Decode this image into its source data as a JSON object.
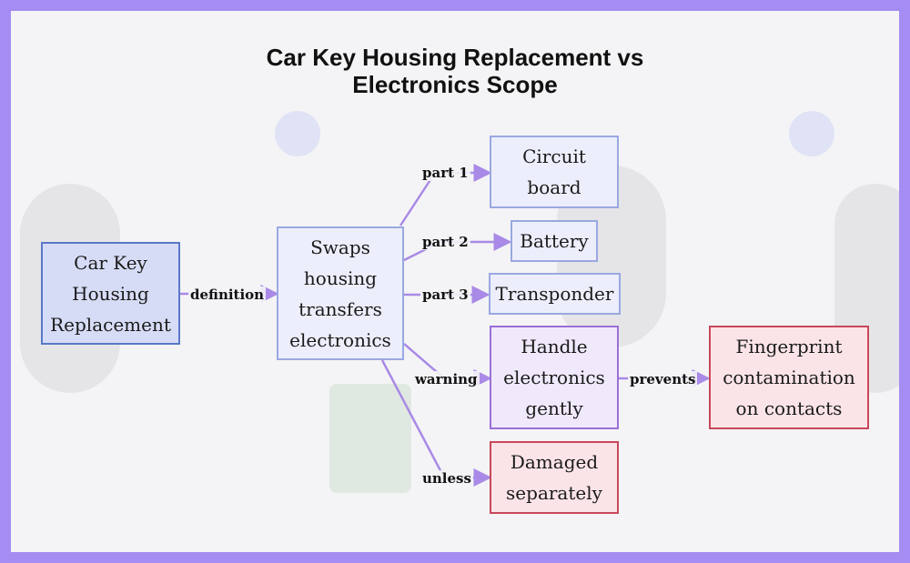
{
  "title": {
    "line1": "Car Key Housing Replacement vs",
    "line2": "Electronics Scope"
  },
  "nodes": {
    "root": {
      "lines": [
        "Car Key",
        "Housing",
        "Replacement"
      ]
    },
    "swaps": {
      "lines": [
        "Swaps",
        "housing",
        "transfers",
        "electronics"
      ]
    },
    "circuit": {
      "lines": [
        "Circuit",
        "board"
      ]
    },
    "battery": {
      "lines": [
        "Battery"
      ]
    },
    "transponder": {
      "lines": [
        "Transponder"
      ]
    },
    "handle": {
      "lines": [
        "Handle",
        "electronics",
        "gently"
      ]
    },
    "damaged": {
      "lines": [
        "Damaged",
        "separately"
      ]
    },
    "fingerprint": {
      "lines": [
        "Fingerprint",
        "contamination",
        "on contacts"
      ]
    }
  },
  "edges": {
    "definition": "definition",
    "part1": "part 1",
    "part2": "part 2",
    "part3": "part 3",
    "warning": "warning",
    "unless": "unless",
    "prevents": "prevents"
  },
  "colors": {
    "frame": "#a58cf2",
    "edge": "#a98ae6",
    "root_border": "#5b78c7",
    "blue_border": "#9aa8e0",
    "purple_border": "#9b6fd6",
    "red_border": "#c8485a"
  }
}
